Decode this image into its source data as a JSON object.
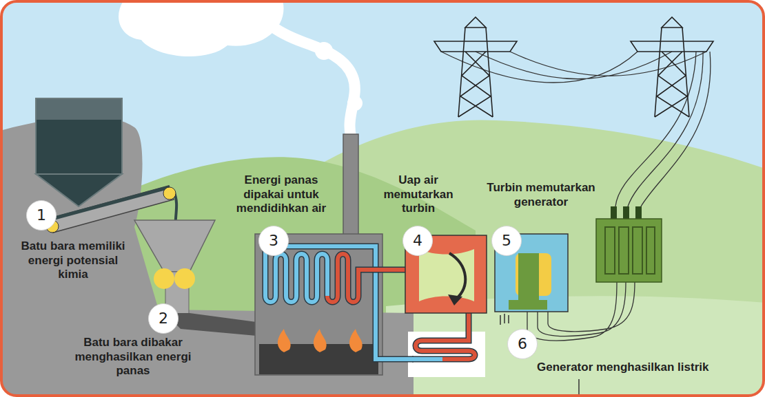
{
  "diagram": {
    "nodes": [
      {
        "text": [
          "1",
          "Batu bara memiliki energi potensial kimia"
        ]
      },
      {
        "text": [
          "2",
          "Batu bara dibakar menghasilkan energi panas"
        ]
      },
      {
        "text": [
          "3",
          "Energi panas dipakai untuk mendidihkan air"
        ]
      },
      {
        "text": [
          "4",
          "Uap air memutarkan turbin"
        ]
      },
      {
        "text": [
          "5",
          "Turbin memutarkan generator"
        ]
      },
      {
        "text": [
          "6",
          "Generator menghasilkan listrik"
        ]
      }
    ]
  }
}
